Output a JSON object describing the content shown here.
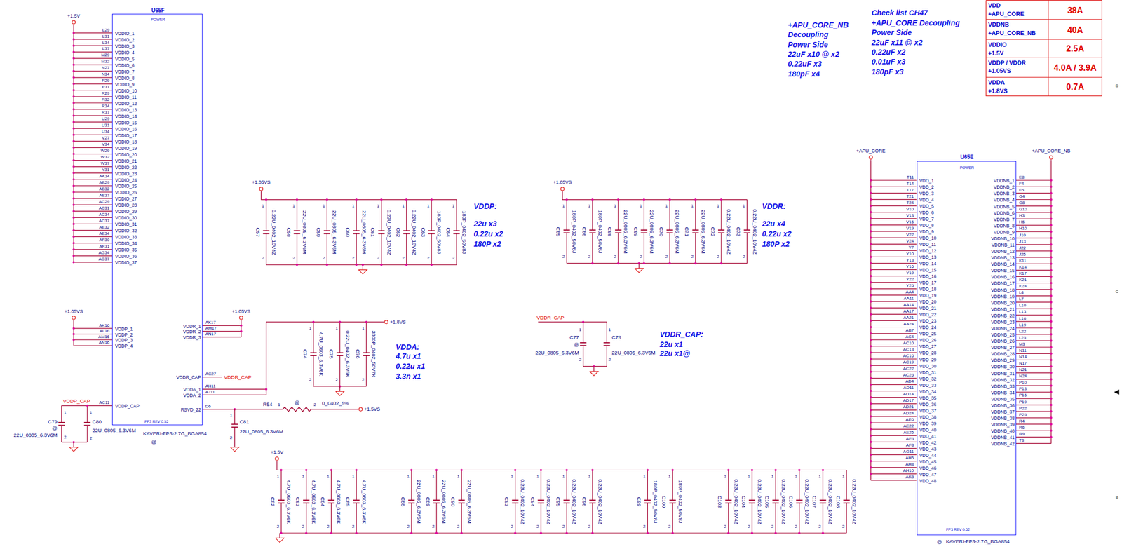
{
  "diagram": {
    "nodes": [
      {
        "text": [
          "U65F",
          "POWER",
          "VDDIO_1",
          "VDDIO_2",
          "VDDIO_3",
          "VDDIO_4",
          "VDDIO_5",
          "VDDIO_6",
          "VDDIO_7",
          "VDDIO_8",
          "VDDIO_9",
          "VDDIO_10",
          "VDDIO_11",
          "VDDIO_12",
          "VDDIO_13",
          "VDDIO_14",
          "VDDIO_15",
          "VDDIO_16",
          "VDDIO_17",
          "VDDIO_18",
          "VDDIO_19",
          "VDDIO_20",
          "VDDIO_21",
          "VDDIO_22",
          "VDDIO_23",
          "VDDIO_24",
          "VDDIO_25",
          "VDDIO_26",
          "VDDIO_27",
          "VDDIO_28",
          "VDDIO_29",
          "VDDIO_30",
          "VDDIO_31",
          "VDDIO_32",
          "VDDIO_33",
          "VDDIO_34",
          "VDDIO_35",
          "VDDIO_36",
          "VDDIO_37",
          "VDDP_1",
          "VDDP_2",
          "VDDP_3",
          "VDDP_4",
          "VDDP_CAP",
          "VDDR_1",
          "VDDR_2",
          "VDDR_3",
          "VDDR_CAP",
          "VDDA_1",
          "VDDA_2",
          "RSVD_22",
          "FP3 REV 0.52"
        ]
      },
      {
        "text": [
          "U65E",
          "POWER",
          "VDD_1",
          "VDD_2",
          "VDD_3",
          "VDD_4",
          "VDD_5",
          "VDD_6",
          "VDD_7",
          "VDD_8",
          "VDD_9",
          "VDD_10",
          "VDD_11",
          "VDD_12",
          "VDD_13",
          "VDD_14",
          "VDD_15",
          "VDD_16",
          "VDD_17",
          "VDD_18",
          "VDD_19",
          "VDD_20",
          "VDD_21",
          "VDD_22",
          "VDD_23",
          "VDD_24",
          "VDD_25",
          "VDD_26",
          "VDD_27",
          "VDD_28",
          "VDD_29",
          "VDD_30",
          "VDD_31",
          "VDD_32",
          "VDD_33",
          "VDD_34",
          "VDD_35",
          "VDD_36",
          "VDD_37",
          "VDD_38",
          "VDD_39",
          "VDD_40",
          "VDD_41",
          "VDD_42",
          "VDD_43",
          "VDD_44",
          "VDD_45",
          "VDD_46",
          "VDD_47",
          "VDD_48",
          "VDDNB_1",
          "VDDNB_2",
          "VDDNB_3",
          "VDDNB_4",
          "VDDNB_5",
          "VDDNB_6",
          "VDDNB_7",
          "VDDNB_8",
          "VDDNB_9",
          "VDDNB_10",
          "VDDNB_11",
          "VDDNB_12",
          "VDDNB_13",
          "VDDNB_14",
          "VDDNB_15",
          "VDDNB_16",
          "VDDNB_17",
          "VDDNB_18",
          "VDDNB_19",
          "VDDNB_20",
          "VDDNB_21",
          "VDDNB_22",
          "VDDNB_23",
          "VDDNB_24",
          "VDDNB_25",
          "VDDNB_26",
          "VDDNB_27",
          "VDDNB_28",
          "VDDNB_29",
          "VDDNB_30",
          "VDDNB_31",
          "VDDNB_32",
          "VDDNB_33",
          "VDDNB_34",
          "VDDNB_35",
          "VDDNB_36",
          "VDDNB_37",
          "VDDNB_38",
          "VDDNB_39",
          "VDDNB_40",
          "VDDNB_41",
          "VDDNB_42",
          "FP3 REV 0.52"
        ]
      }
    ],
    "labels": [
      "+APU_CORE_NB",
      "Decoupling",
      "Power Side",
      "22uF x10 @ x2",
      "0.22uF x3",
      "180pF x4",
      "Check list CH47",
      "+APU_CORE Decoupling",
      "Power Side",
      "22uF x11 @ x2",
      "0.22uF x2",
      "0.01uF x3",
      "180pF x3",
      "VDD",
      "+APU_CORE",
      "38A",
      "VDDNB",
      "+APU_CORE_NB",
      "40A",
      "VDDIO",
      "+1.5V",
      "2.5A",
      "VDDP / VDDR",
      "+1.05VS",
      "4.0A / 3.9A",
      "VDDA",
      "+1.8VS",
      "0.7A",
      "D",
      "C",
      "B",
      "L29",
      "L31",
      "L34",
      "L37",
      "M29",
      "M32",
      "N27",
      "N34",
      "P29",
      "P31",
      "R29",
      "R32",
      "R34",
      "R37",
      "U29",
      "U31",
      "U34",
      "V27",
      "V34",
      "W29",
      "W32",
      "W37",
      "Y31",
      "AA34",
      "AB29",
      "AB32",
      "AB37",
      "AC29",
      "AC31",
      "AC34",
      "AC37",
      "AE32",
      "AE34",
      "AF30",
      "AF31",
      "AG34",
      "AG37",
      "AK16",
      "AL16",
      "AM16",
      "AN16",
      "AC11",
      "AK17",
      "AM17",
      "AN17",
      "AC27",
      "AH11",
      "AJ11",
      "D6",
      "KAVERI-FP3-2.7G_BGA854",
      "@",
      "+1.5V",
      "+1.05VS",
      "+1.05VS",
      "+1.8VS",
      "+1.5VS",
      "+1.05VS",
      "+1.05VS",
      "+1.5V",
      "+APU_CORE",
      "+APU_CORE_NB",
      "VDDP_CAP",
      "VDDR_CAP",
      "VDDR_CAP",
      "R54",
      "1",
      "@",
      "2",
      "0_0402_5%",
      "C79",
      "@",
      "1",
      "2",
      "22U_0805_6.3V6M",
      "C80",
      "1",
      "2",
      "22U_0805_6.3V6M",
      "C81",
      "1",
      "2",
      "22U_0805_6.3V6M",
      "C57",
      "1",
      "2",
      "0.22U_0402_10V4Z",
      "C58",
      "1",
      "2",
      "22U_0805_6.3V6M",
      "C59",
      "1",
      "2",
      "22U_0805_6.3V6M",
      "C60",
      "1",
      "2",
      "22U_0805_6.3V6M",
      "C61",
      "1",
      "2",
      "0.22U_0402_10V4Z",
      "C62",
      "1",
      "2",
      "0.22U_0402_10V4Z",
      "C63",
      "1",
      "2",
      "180P_0402_50V8J",
      "C64",
      "1",
      "2",
      "180P_0402_50V8J",
      "C65",
      "1",
      "2",
      "180P_0402_50V8J",
      "C66",
      "1",
      "2",
      "180P_0402_50V8J",
      "C68",
      "1",
      "2",
      "22U_0805_6.3V6M",
      "C69",
      "1",
      "2",
      "22U_0805_6.3V6M",
      "C70",
      "1",
      "2",
      "22U_0805_6.3V6M",
      "C71",
      "1",
      "2",
      "22U_0805_6.3V6M",
      "C72",
      "1",
      "2",
      "0.22U_0402_10V4Z",
      "C73",
      "1",
      "2",
      "0.22U_0402_10V4Z",
      "C74",
      "1",
      "2",
      "4.7U_0603_6.3V6K",
      "C75",
      "1",
      "2",
      "0.22U_0402_6.3V6K",
      "C76",
      "1",
      "2",
      "3300P_0402_50V7K",
      "C77",
      "@",
      "1",
      "2",
      "22U_0805_6.3V6M",
      "C78",
      "1",
      "2",
      "22U_0805_6.3V6M",
      "C82",
      "1",
      "2",
      "4.7U_0603_6.3V6K",
      "C83",
      "1",
      "2",
      "4.7U_0603_6.3V6K",
      "C84",
      "1",
      "2",
      "4.7U_0603_6.3V6K",
      "C85",
      "1",
      "2",
      "4.7U_0603_6.3V6K",
      "C88",
      "1",
      "2",
      "22U_0805_6.3V6M",
      "C89",
      "1",
      "2",
      "22U_0805_6.3V6M",
      "C90",
      "1",
      "2",
      "22U_0805_6.3V6M",
      "C93",
      "1",
      "2",
      "0.22U_0402_10V4Z",
      "C94",
      "1",
      "2",
      "0.22U_0402_10V4Z",
      "C95",
      "1",
      "2",
      "0.22U_0402_10V4Z",
      "C96",
      "1",
      "2",
      "0.22U_0402_10V4Z",
      "C99",
      "1",
      "2",
      "180P_0402_50V8J",
      "C100",
      "1",
      "2",
      "180P_0402_50V8J",
      "C103",
      "1",
      "2",
      "0.22U_0402_10V4Z",
      "C104",
      "1",
      "2",
      "0.22U_0402_10V4Z",
      "C105",
      "1",
      "2",
      "0.22U_0402_10V4Z",
      "C106",
      "1",
      "2",
      "0.22U_0402_10V4Z",
      "C107",
      "1",
      "2",
      "0.22U_0402_10V4Z",
      "C108",
      "1",
      "2",
      "0.22U_0402_10V4Z",
      "VDDP:",
      "22u x3",
      "0.22u x2",
      "180P x2",
      "VDDR:",
      "22u x4",
      "0.22u x2",
      "180P x2",
      "VDDA:",
      "4.7u x1",
      "0.22u x1",
      "3.3n x1",
      "VDDR_CAP:",
      "22u x1",
      "22u x1@",
      "T11",
      "T14",
      "T17",
      "T21",
      "T24",
      "V10",
      "V13",
      "V16",
      "V19",
      "V22",
      "V24",
      "Y7",
      "Y10",
      "Y13",
      "Y16",
      "Y19",
      "Y22",
      "Y25",
      "AA4",
      "AA11",
      "AA14",
      "AA17",
      "AA21",
      "AA24",
      "AB7",
      "AC4",
      "AC10",
      "AC13",
      "AC16",
      "AC19",
      "AC22",
      "AC25",
      "AD4",
      "AD11",
      "AD14",
      "AD17",
      "AD21",
      "AD24",
      "AE6",
      "AE22",
      "AE25",
      "AF5",
      "AF8",
      "AG11",
      "AH5",
      "AH8",
      "AH10",
      "AK8",
      "E8",
      "F4",
      "F5",
      "G4",
      "G8",
      "G10",
      "H3",
      "H6",
      "H10",
      "J10",
      "J13",
      "J22",
      "J25",
      "K11",
      "K14",
      "K17",
      "K21",
      "K24",
      "L4",
      "L7",
      "L10",
      "L13",
      "L16",
      "L19",
      "L22",
      "L25",
      "M3",
      "N11",
      "N14",
      "N17",
      "N21",
      "N24",
      "P10",
      "P13",
      "P16",
      "P19",
      "P22",
      "P25",
      "R4",
      "R6",
      "R9",
      "T3",
      "@",
      "KAVERI-FP3-2.7G_BGA854"
    ]
  }
}
